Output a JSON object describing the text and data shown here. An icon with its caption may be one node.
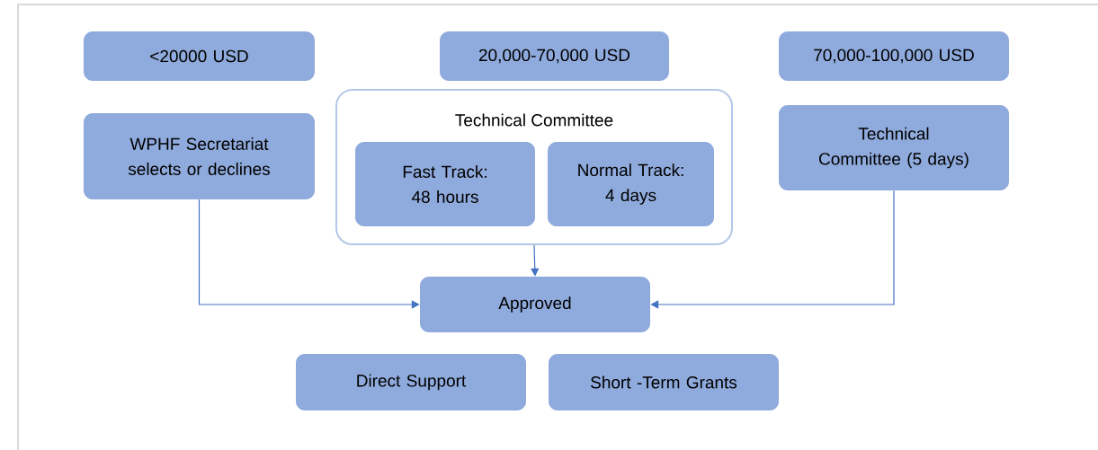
{
  "diagram": {
    "nodes": [
      {
        "text": [
          "<20000 USD"
        ]
      },
      {
        "text": [
          "20,000-70,000 USD"
        ]
      },
      {
        "text": [
          "70,000-100,000 USD"
        ]
      },
      {
        "text": [
          "WPHF Secretariat selects or declines"
        ]
      },
      {
        "text": [
          "Technical Committee"
        ]
      },
      {
        "text": [
          "Fast Track: 48 hours"
        ],
        "in": 4
      },
      {
        "text": [
          "Normal Track: 4 days"
        ],
        "in": 4
      },
      {
        "text": [
          "Technical Committee (5 days)"
        ]
      },
      {
        "text": [
          "Approved"
        ]
      },
      {
        "text": [
          "Direct Support"
        ]
      },
      {
        "text": [
          "Short -Term Grants"
        ]
      }
    ],
    "edges": [
      {
        "from": 3,
        "to": 8,
        "arrow": "to"
      },
      {
        "from": 4,
        "to": 8,
        "arrow": "to"
      },
      {
        "from": 7,
        "to": 8,
        "arrow": "to"
      }
    ]
  }
}
